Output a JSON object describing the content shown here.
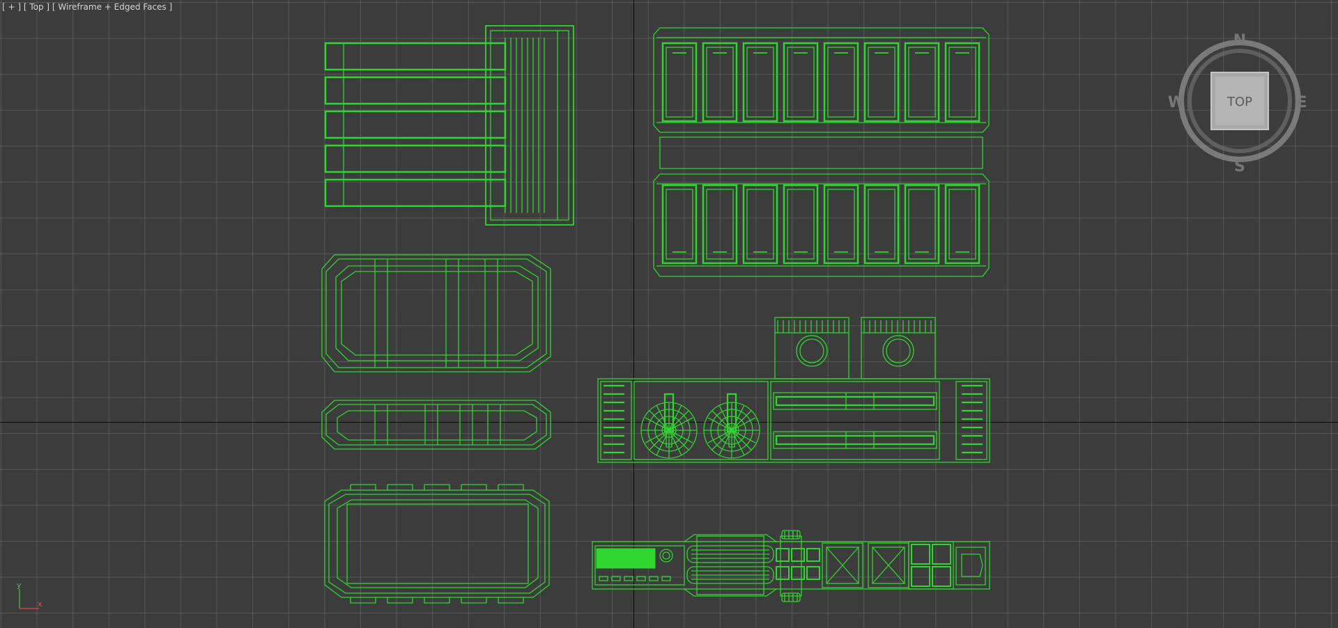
{
  "viewport": {
    "label": "[ + ] [ Top ] [ Wireframe + Edged Faces ]",
    "background": "#3c3c3c",
    "wire_color": "#2fd62f"
  },
  "viewcube": {
    "face": "TOP",
    "north": "N",
    "south": "S",
    "east": "E",
    "west": "W"
  },
  "axis_gizmo": {
    "y": "y",
    "x": "x"
  }
}
